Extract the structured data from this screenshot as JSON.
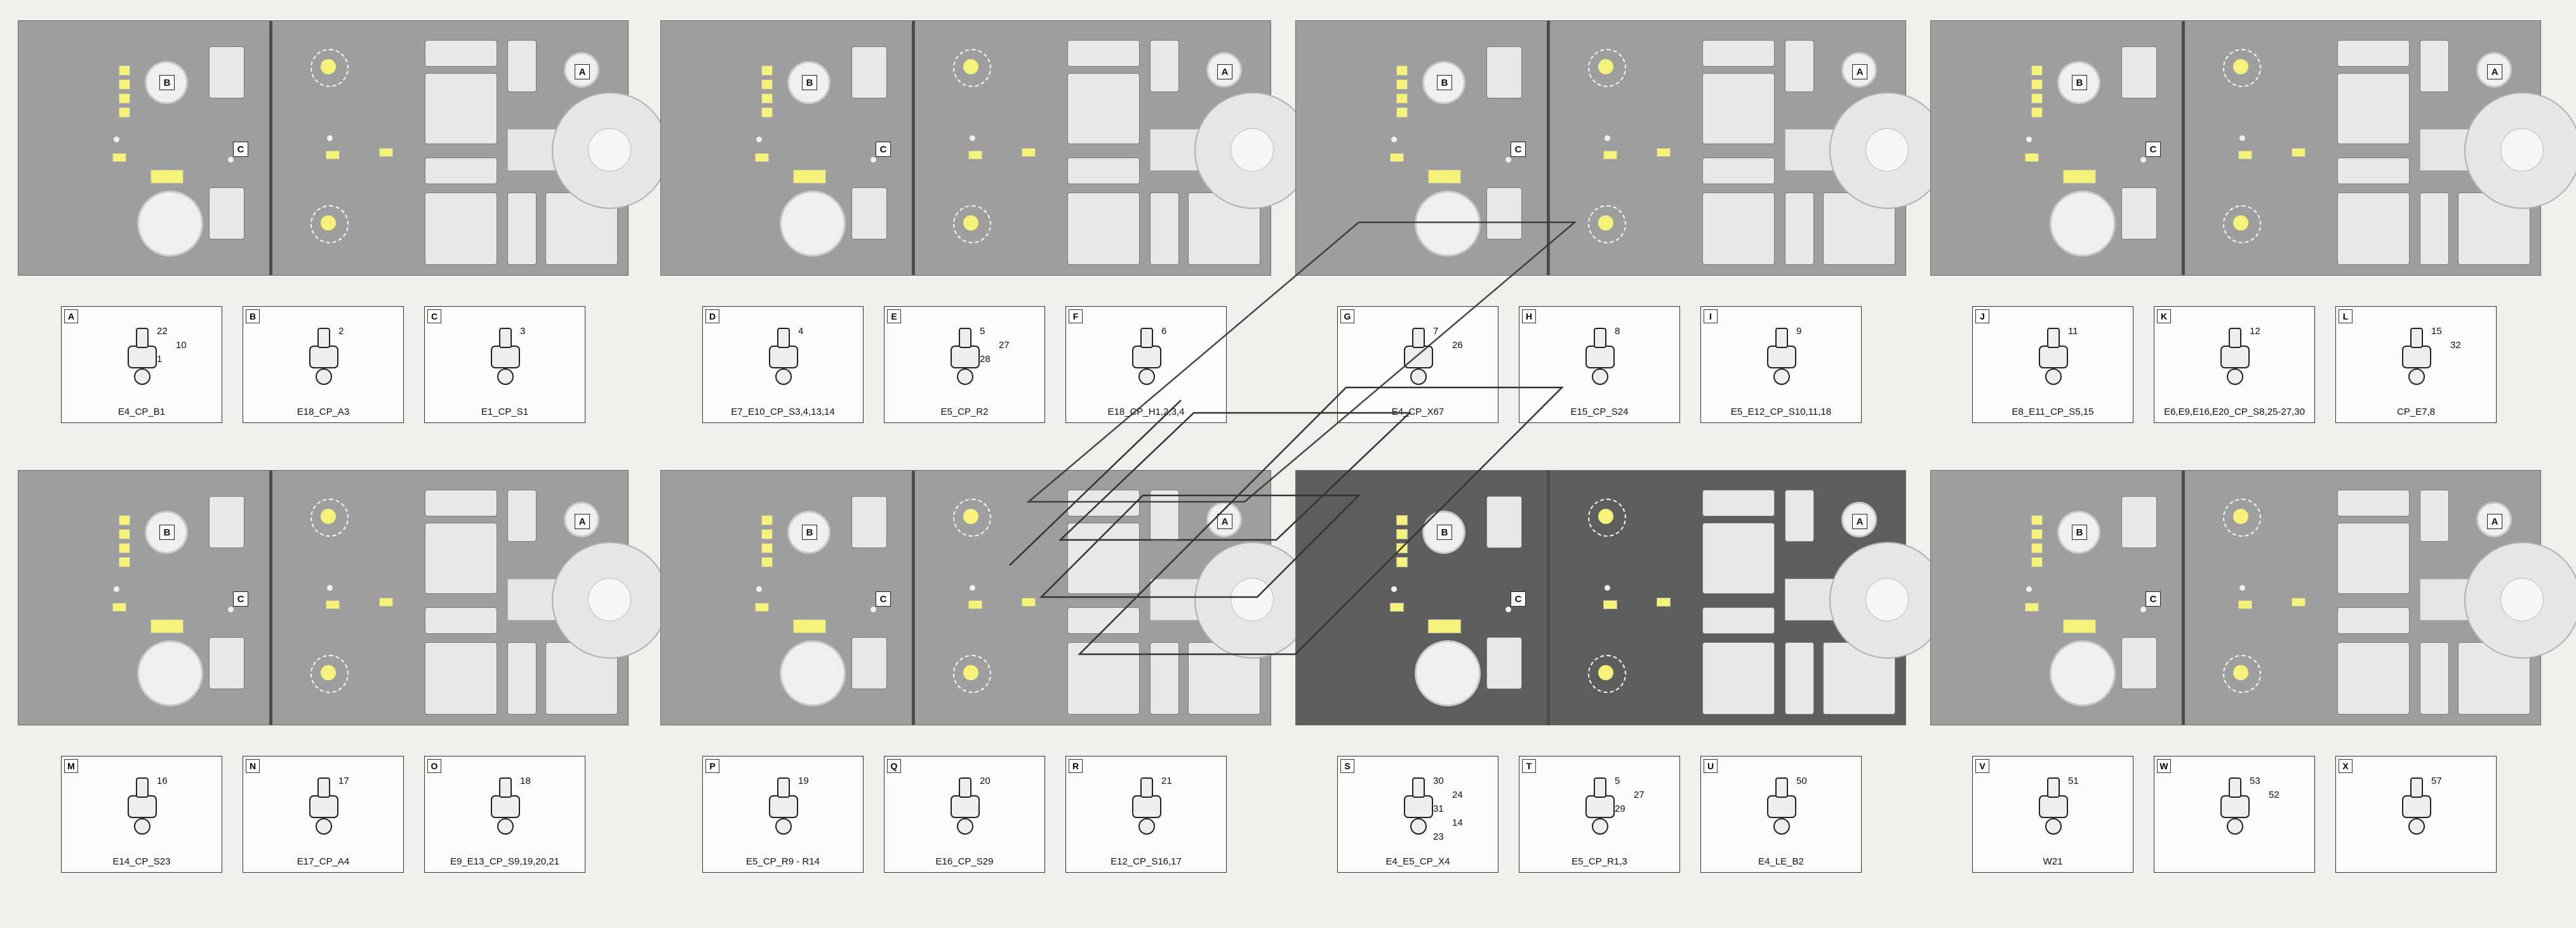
{
  "panel_letters": [
    "A",
    "B",
    "C",
    "D",
    "E",
    "F",
    "G",
    "H",
    "I",
    "J",
    "K",
    "L",
    "M",
    "N",
    "O",
    "P",
    "R",
    "S",
    "T",
    "U"
  ],
  "cards_top": [
    {
      "tag": "A",
      "caption": "E4_CP_B1",
      "nums": [
        "22",
        "10",
        "1"
      ]
    },
    {
      "tag": "B",
      "caption": "E18_CP_A3",
      "nums": [
        "2"
      ]
    },
    {
      "tag": "C",
      "caption": "E1_CP_S1",
      "nums": [
        "3"
      ]
    },
    {
      "tag": "D",
      "caption": "E7_E10_CP_S3,4,13,14",
      "nums": [
        "4"
      ]
    },
    {
      "tag": "E",
      "caption": "E5_CP_R2",
      "nums": [
        "5",
        "27",
        "28"
      ]
    },
    {
      "tag": "F",
      "caption": "E18_CP_H1,2,3,4",
      "nums": [
        "6"
      ]
    },
    {
      "tag": "G",
      "caption": "E4_CP_X67",
      "nums": [
        "7",
        "26"
      ]
    },
    {
      "tag": "H",
      "caption": "E15_CP_S24",
      "nums": [
        "8"
      ]
    },
    {
      "tag": "I",
      "caption": "E5_E12_CP_S10,11,18",
      "nums": [
        "9"
      ]
    },
    {
      "tag": "J",
      "caption": "E8_E11_CP_S5,15",
      "nums": [
        "11"
      ]
    },
    {
      "tag": "K",
      "caption": "E6,E9,E16,E20_CP_S8,25-27,30",
      "nums": [
        "12"
      ]
    },
    {
      "tag": "L",
      "caption": "CP_E7,8",
      "nums": [
        "15",
        "32"
      ]
    }
  ],
  "cards_bottom": [
    {
      "tag": "M",
      "caption": "E14_CP_S23",
      "nums": [
        "16"
      ]
    },
    {
      "tag": "N",
      "caption": "E17_CP_A4",
      "nums": [
        "17"
      ]
    },
    {
      "tag": "O",
      "caption": "E9_E13_CP_S9,19,20,21",
      "nums": [
        "18"
      ]
    },
    {
      "tag": "P",
      "caption": "E5_CP_R9 - R14",
      "nums": [
        "19"
      ]
    },
    {
      "tag": "Q",
      "caption": "E16_CP_S29",
      "nums": [
        "20"
      ]
    },
    {
      "tag": "R",
      "caption": "E12_CP_S16,17",
      "nums": [
        "21"
      ]
    },
    {
      "tag": "S",
      "caption": "E4_E5_CP_X4",
      "nums": [
        "30",
        "24",
        "31",
        "14",
        "23"
      ]
    },
    {
      "tag": "T",
      "caption": "E5_CP_R1,3",
      "nums": [
        "5",
        "27",
        "29"
      ]
    },
    {
      "tag": "U",
      "caption": "E4_LE_B2",
      "nums": [
        "50"
      ]
    },
    {
      "tag": "V",
      "caption": "W21",
      "nums": [
        "51"
      ]
    },
    {
      "tag": "W",
      "caption": "",
      "nums": [
        "53",
        "52"
      ]
    },
    {
      "tag": "X",
      "caption": "",
      "nums": [
        "57"
      ]
    }
  ]
}
